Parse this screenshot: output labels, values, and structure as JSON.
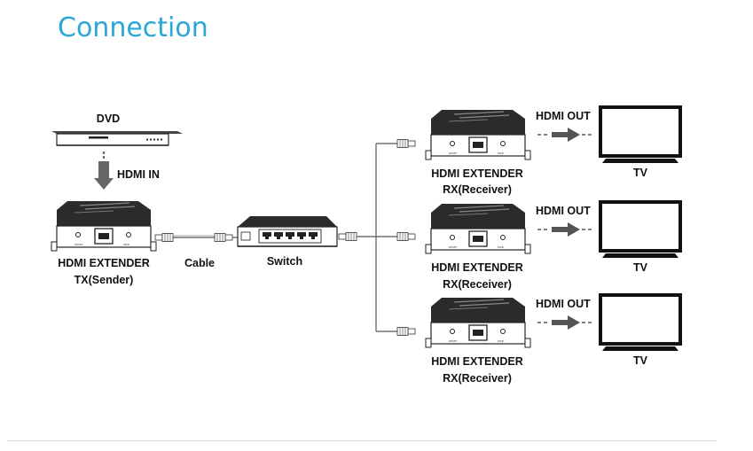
{
  "title": "Connection",
  "nodes": {
    "dvd": {
      "label": "DVD"
    },
    "hdmi_in": {
      "label": "HDMI IN"
    },
    "tx": {
      "line1": "HDMI EXTENDER",
      "line2": "TX(Sender)"
    },
    "cable": {
      "label": "Cable"
    },
    "switch": {
      "label": "Switch"
    },
    "receivers": [
      {
        "line1": "HDMI EXTENDER",
        "line2": "RX(Receiver)",
        "out_label": "HDMI OUT",
        "tv_label": "TV"
      },
      {
        "line1": "HDMI EXTENDER",
        "line2": "RX(Receiver)",
        "out_label": "HDMI OUT",
        "tv_label": "TV"
      },
      {
        "line1": "HDMI EXTENDER",
        "line2": "RX(Receiver)",
        "out_label": "HDMI OUT",
        "tv_label": "TV"
      }
    ]
  }
}
